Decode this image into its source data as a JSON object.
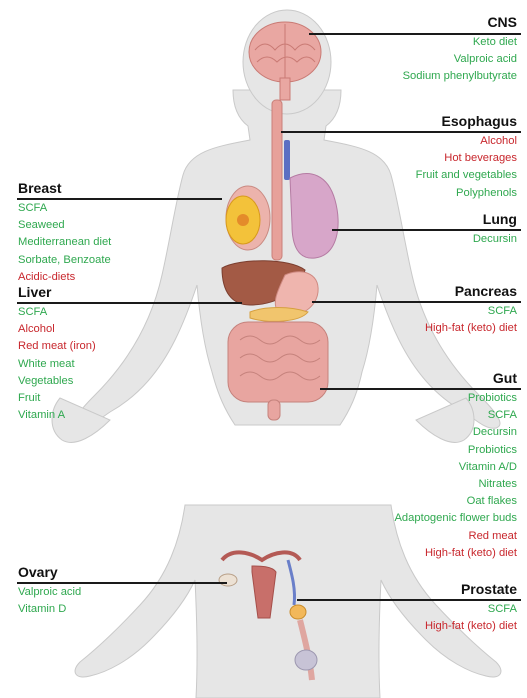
{
  "colors": {
    "beneficial": "#2fa84f",
    "harmful": "#c8272d",
    "title": "#111111"
  },
  "organs": [
    {
      "key": "cns",
      "title": "CNS",
      "items": [
        {
          "text": "Keto diet",
          "effect": "beneficial"
        },
        {
          "text": "Valproic acid",
          "effect": "beneficial"
        },
        {
          "text": "Sodium phenylbutyrate",
          "effect": "beneficial"
        }
      ]
    },
    {
      "key": "esophagus",
      "title": "Esophagus",
      "items": [
        {
          "text": "Alcohol",
          "effect": "harmful"
        },
        {
          "text": "Hot beverages",
          "effect": "harmful"
        },
        {
          "text": "Fruit and vegetables",
          "effect": "beneficial"
        },
        {
          "text": "Polyphenols",
          "effect": "beneficial"
        }
      ]
    },
    {
      "key": "breast",
      "title": "Breast",
      "items": [
        {
          "text": "SCFA",
          "effect": "beneficial"
        },
        {
          "text": "Seaweed",
          "effect": "beneficial"
        },
        {
          "text": "Mediterranean diet",
          "effect": "beneficial"
        },
        {
          "text": "Sorbate, Benzoate",
          "effect": "beneficial"
        },
        {
          "text": "Acidic-diets",
          "effect": "harmful"
        }
      ]
    },
    {
      "key": "lung",
      "title": "Lung",
      "items": [
        {
          "text": "Decursin",
          "effect": "beneficial"
        }
      ]
    },
    {
      "key": "liver",
      "title": "Liver",
      "items": [
        {
          "text": "SCFA",
          "effect": "beneficial"
        },
        {
          "text": "Alcohol",
          "effect": "harmful"
        },
        {
          "text": "Red meat (iron)",
          "effect": "harmful"
        },
        {
          "text": "White meat",
          "effect": "beneficial"
        },
        {
          "text": "Vegetables",
          "effect": "beneficial"
        },
        {
          "text": "Fruit",
          "effect": "beneficial"
        },
        {
          "text": "Vitamin A",
          "effect": "beneficial"
        }
      ]
    },
    {
      "key": "pancreas",
      "title": "Pancreas",
      "items": [
        {
          "text": "SCFA",
          "effect": "beneficial"
        },
        {
          "text": "High-fat (keto) diet",
          "effect": "harmful"
        }
      ]
    },
    {
      "key": "gut",
      "title": "Gut",
      "items": [
        {
          "text": "Probiotics",
          "effect": "beneficial"
        },
        {
          "text": "SCFA",
          "effect": "beneficial"
        },
        {
          "text": "Decursin",
          "effect": "beneficial"
        },
        {
          "text": "Probiotics",
          "effect": "beneficial"
        },
        {
          "text": "Vitamin A/D",
          "effect": "beneficial"
        },
        {
          "text": "Nitrates",
          "effect": "beneficial"
        },
        {
          "text": "Oat flakes",
          "effect": "beneficial"
        },
        {
          "text": "Adaptogenic flower buds",
          "effect": "beneficial"
        },
        {
          "text": "Red meat",
          "effect": "harmful"
        },
        {
          "text": "High-fat (keto) diet",
          "effect": "harmful"
        }
      ]
    },
    {
      "key": "ovary",
      "title": "Ovary",
      "items": [
        {
          "text": "Valproic acid",
          "effect": "beneficial"
        },
        {
          "text": "Vitamin D",
          "effect": "beneficial"
        }
      ]
    },
    {
      "key": "prostate",
      "title": "Prostate",
      "items": [
        {
          "text": "SCFA",
          "effect": "beneficial"
        },
        {
          "text": "High-fat (keto) diet",
          "effect": "harmful"
        }
      ]
    }
  ]
}
